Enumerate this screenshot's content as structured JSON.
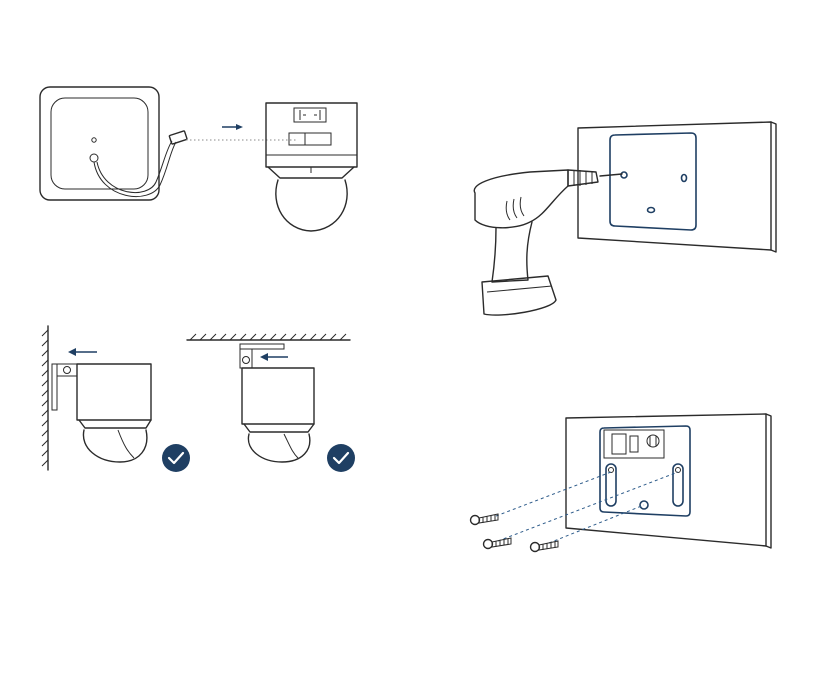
{
  "colors": {
    "line": "#2b2b2b",
    "accent_blue": "#1f3f63",
    "dashed_blue": "#2d5b8a",
    "check_bg": "#1f3f63",
    "check_fg": "#ffffff",
    "background": "#ffffff"
  },
  "icons": {
    "arrow": "arrow-icon",
    "check": "check-circle-icon",
    "drill": "power-drill-icon",
    "screw": "screw-icon"
  },
  "panels": [
    {
      "id": "connect-power",
      "items": [
        "power-adapter",
        "camera-side-view",
        "cable-arrow"
      ]
    },
    {
      "id": "mounting-options",
      "items": [
        "wall-mount",
        "ceiling-mount",
        "approved-check-wall",
        "approved-check-ceiling"
      ]
    },
    {
      "id": "drill-holes",
      "items": [
        "wall",
        "mounting-template",
        "power-drill"
      ]
    },
    {
      "id": "attach-bracket",
      "items": [
        "wall",
        "mounting-bracket",
        "screw",
        "screw",
        "screw"
      ]
    }
  ]
}
